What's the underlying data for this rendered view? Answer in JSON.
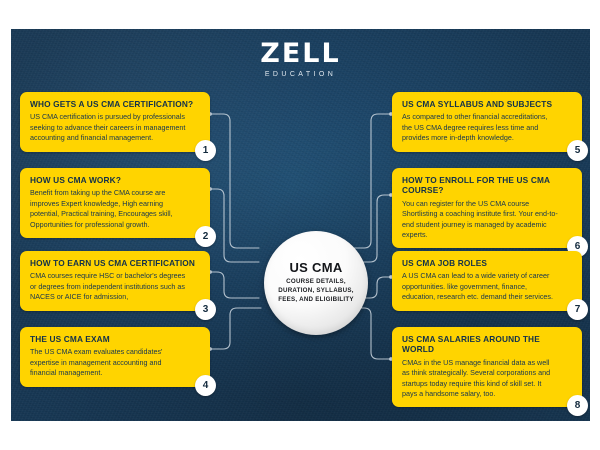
{
  "brand": {
    "wordmark": "ZELL",
    "tagline": "EDUCATION"
  },
  "hub": {
    "title": "US CMA",
    "subtitle": "COURSE DETAILS, DURATION, SYLLABUS, FEES, AND ELIGIBILITY"
  },
  "colors": {
    "background_navy": "#1b4365",
    "card_yellow": "#FFD400",
    "card_text_navy": "#13314a",
    "badge_white": "#ffffff",
    "connector": "#cfd9e2"
  },
  "cards_left": [
    {
      "number": "1",
      "title": "WHO GETS A US CMA CERTIFICATION?",
      "body": "US CMA certification is pursued by professionals seeking to advance their careers in management accounting and financial management."
    },
    {
      "number": "2",
      "title": "HOW US CMA WORK?",
      "body": "Benefit from taking up the CMA course are improves Expert knowledge, High earning potential, Practical training, Encourages skill, Opportunities for professional growth."
    },
    {
      "number": "3",
      "title": "HOW TO EARN US CMA CERTIFICATION",
      "body": "CMA courses require HSC or bachelor's degrees or degrees from independent institutions such as NACES or AICE for admission,"
    },
    {
      "number": "4",
      "title": "THE US CMA EXAM",
      "body": "The US CMA exam evaluates candidates' expertise in management accounting and financial management."
    }
  ],
  "cards_right": [
    {
      "number": "5",
      "title": "US CMA SYLLABUS AND SUBJECTS",
      "body": "As compared to other financial accreditations, the US CMA degree requires less time and provides more in-depth knowledge."
    },
    {
      "number": "6",
      "title": "HOW TO ENROLL FOR THE US CMA COURSE?",
      "body": "You can register for the US CMA course Shortlisting a coaching institute first. Your end-to-end student journey is managed by academic experts."
    },
    {
      "number": "7",
      "title": "US CMA JOB ROLES",
      "body": "A US CMA can lead to a wide variety of career opportunities. like government, finance, education, research etc. demand their services."
    },
    {
      "number": "8",
      "title": "US CMA SALARIES AROUND THE WORLD",
      "body": "CMAs in the US manage financial data as well as think strategically. Several corporations and startups today require this kind of skill set. It pays a handsome salary, too."
    }
  ]
}
